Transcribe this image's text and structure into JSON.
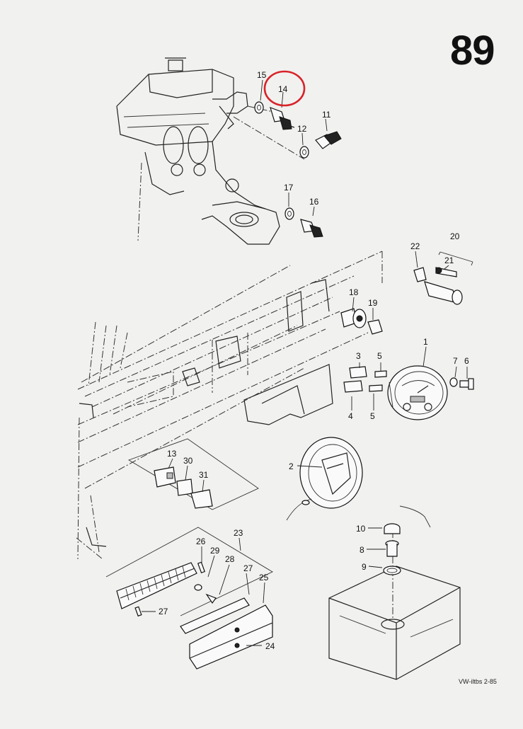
{
  "page": {
    "number": "89",
    "footer": "VW-iltbs 2-85"
  },
  "highlight": {
    "label": "14",
    "color": "#d8232a"
  },
  "callouts": [
    {
      "id": "1",
      "text": "1"
    },
    {
      "id": "2",
      "text": "2"
    },
    {
      "id": "3",
      "text": "3"
    },
    {
      "id": "4",
      "text": "4"
    },
    {
      "id": "5a",
      "text": "5"
    },
    {
      "id": "5b",
      "text": "5"
    },
    {
      "id": "6",
      "text": "6"
    },
    {
      "id": "7",
      "text": "7"
    },
    {
      "id": "8",
      "text": "8"
    },
    {
      "id": "9",
      "text": "9"
    },
    {
      "id": "10",
      "text": "10"
    },
    {
      "id": "11",
      "text": "11"
    },
    {
      "id": "12",
      "text": "12"
    },
    {
      "id": "13",
      "text": "13"
    },
    {
      "id": "14",
      "text": "14"
    },
    {
      "id": "15",
      "text": "15"
    },
    {
      "id": "16",
      "text": "16"
    },
    {
      "id": "17",
      "text": "17"
    },
    {
      "id": "18",
      "text": "18"
    },
    {
      "id": "19",
      "text": "19"
    },
    {
      "id": "20",
      "text": "20"
    },
    {
      "id": "21",
      "text": "21"
    },
    {
      "id": "22",
      "text": "22"
    },
    {
      "id": "23",
      "text": "23"
    },
    {
      "id": "24",
      "text": "24"
    },
    {
      "id": "25",
      "text": "25"
    },
    {
      "id": "26",
      "text": "26"
    },
    {
      "id": "27a",
      "text": "27"
    },
    {
      "id": "27b",
      "text": "27"
    },
    {
      "id": "28",
      "text": "28"
    },
    {
      "id": "29",
      "text": "29"
    },
    {
      "id": "30",
      "text": "30"
    },
    {
      "id": "31",
      "text": "31"
    }
  ]
}
